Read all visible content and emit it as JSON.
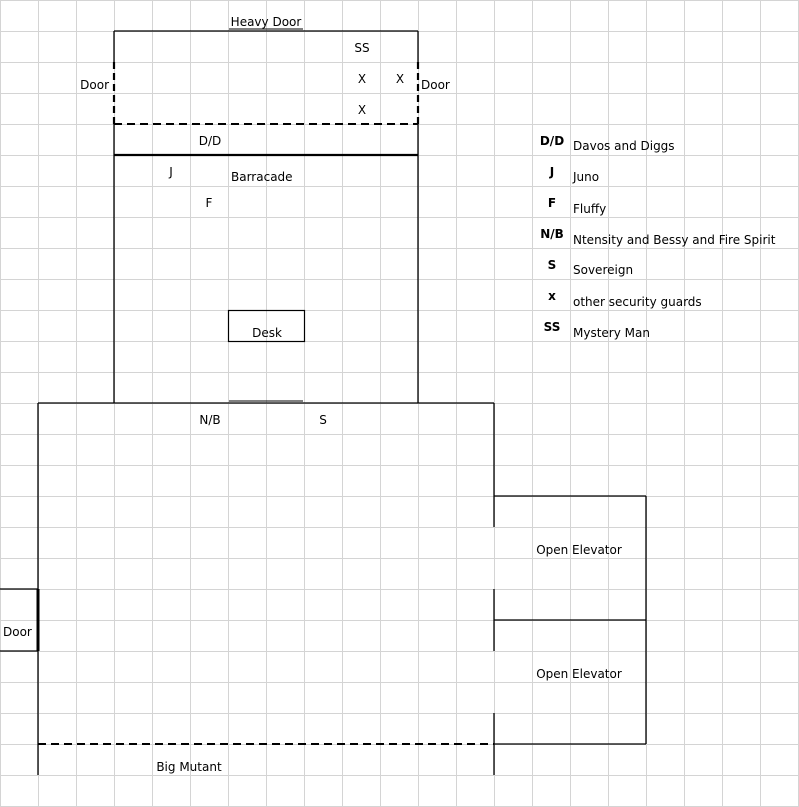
{
  "map": {
    "rooms": {
      "heavy_door": "Heavy Door",
      "left_door_top": "Door",
      "right_door_top": "Door",
      "barricade": "Barracade",
      "desk": "Desk",
      "left_door_bottom": "Door",
      "elevator_1": "Open Elevator",
      "elevator_2": "Open Elevator",
      "big_mutant": "Big Mutant"
    },
    "markers": {
      "ss": "SS",
      "x1": "X",
      "x2": "X",
      "x3": "X",
      "dd": "D/D",
      "j": "J",
      "f": "F",
      "nb": "N/B",
      "s": "S"
    }
  },
  "legend": [
    {
      "code": "D/D",
      "label": "Davos and Diggs"
    },
    {
      "code": "J",
      "label": "Juno"
    },
    {
      "code": "F",
      "label": "Fluffy"
    },
    {
      "code": "N/B",
      "label": "Ntensity and Bessy and Fire Spirit"
    },
    {
      "code": "S",
      "label": "Sovereign"
    },
    {
      "code": "x",
      "label": "other security guards"
    },
    {
      "code": "SS",
      "label": "Mystery Man"
    }
  ],
  "colors": {
    "grid": "#d4d4d4",
    "wall": "#000000",
    "background": "#ffffff"
  }
}
